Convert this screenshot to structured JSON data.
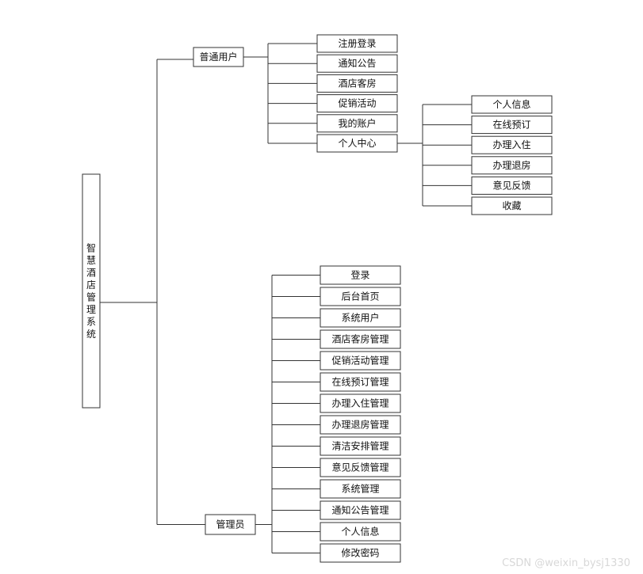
{
  "diagram": {
    "root": "智慧酒店管理系统",
    "user": {
      "label": "普通用户",
      "items": [
        "注册登录",
        "通知公告",
        "酒店客房",
        "促销活动",
        "我的账户",
        "个人中心"
      ],
      "center": {
        "label": "个人中心",
        "items": [
          "个人信息",
          "在线预订",
          "办理入住",
          "办理退房",
          "意见反馈",
          "收藏"
        ]
      }
    },
    "admin": {
      "label": "管理员",
      "items": [
        "登录",
        "后台首页",
        "系统用户",
        "酒店客房管理",
        "促销活动管理",
        "在线预订管理",
        "办理入住管理",
        "办理退房管理",
        "清洁安排管理",
        "意见反馈管理",
        "系统管理",
        "通知公告管理",
        "个人信息",
        "修改密码"
      ]
    }
  },
  "watermark": "CSDN @weixin_bysj1330"
}
